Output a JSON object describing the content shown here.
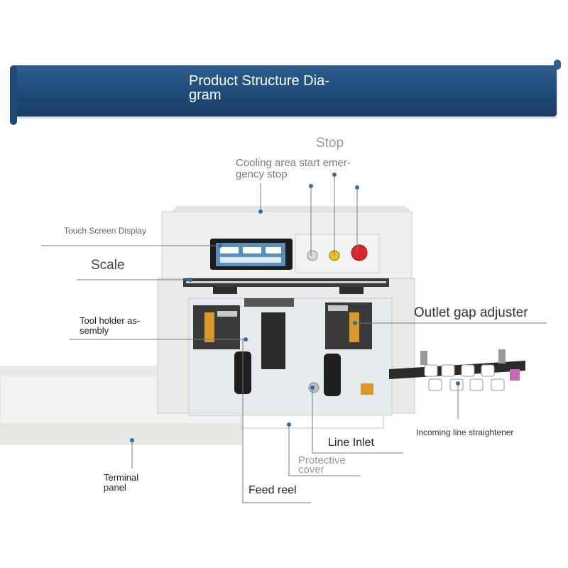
{
  "banner": {
    "title": "Product Structure Dia- gram"
  },
  "labels": {
    "stop": "Stop",
    "cooling": "Cooling area start emer- gency stop",
    "touch_screen": "Touch Screen Display",
    "scale": "Scale",
    "tool_holder": "Tool holder as- sembly",
    "outlet_gap": "Outlet gap adjuster",
    "incoming_line": "Incoming line straightener",
    "line_inlet": "Line Inlet",
    "protective_cover": "Protective cover",
    "feed_reel": "Feed reel",
    "terminal_panel": "Terminal panel"
  },
  "colors": {
    "banner": "#1f4a78",
    "leader": "#7a7a7a",
    "dot": "#2f6da8",
    "estop": "#d9262b",
    "button_yellow": "#e8c21a"
  }
}
